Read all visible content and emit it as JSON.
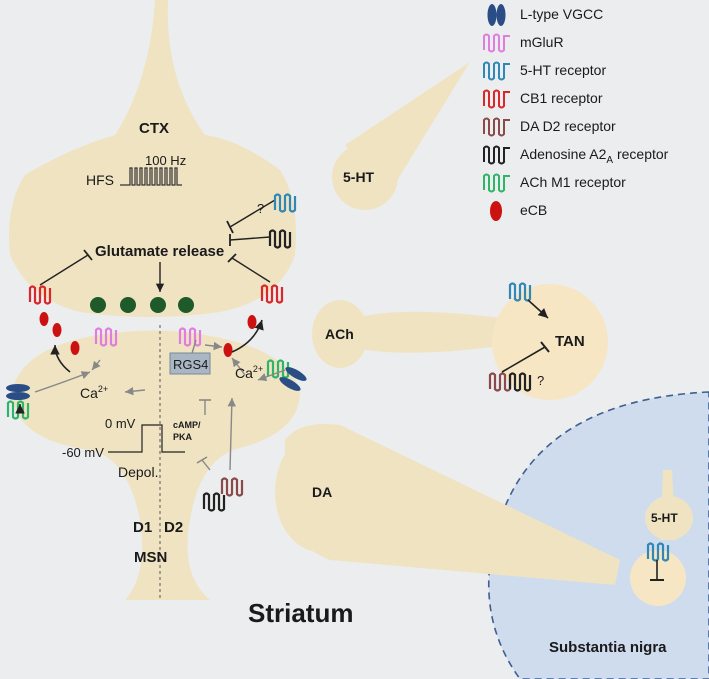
{
  "legend": {
    "items": [
      {
        "label": "L-type VGCC",
        "icon": "vgcc-icon",
        "color": "#2a4d86"
      },
      {
        "label": "mGluR",
        "icon": "mglur-icon",
        "color": "#e07ee0"
      },
      {
        "label": "5-HT receptor",
        "icon": "5ht-receptor-icon",
        "color": "#2f88b5"
      },
      {
        "label": "CB1 receptor",
        "icon": "cb1-receptor-icon",
        "color": "#d8282c"
      },
      {
        "label": "DA D2 receptor",
        "icon": "d2-receptor-icon",
        "color": "#8a4a4a"
      },
      {
        "label": "Adenosine A2",
        "sub": "A",
        "suffix": " receptor",
        "icon": "a2a-receptor-icon",
        "color": "#222222"
      },
      {
        "label": "ACh M1 receptor",
        "icon": "m1-receptor-icon",
        "color": "#2fb56a"
      },
      {
        "label": "eCB",
        "icon": "ecb-icon",
        "color": "#cc1111"
      }
    ]
  },
  "labels": {
    "ctx": "CTX",
    "hfs_freq": "100 Hz",
    "hfs": "HFS",
    "glutamate": "Glutamate release",
    "question1": "?",
    "question2": "?",
    "ca_left": "Ca",
    "ca_right": "Ca",
    "ca_sup": "2+",
    "rgs4": "RGS4",
    "camp1": "cAMP/",
    "camp2": "PKA",
    "mv0": "0 mV",
    "mv60": "-60 mV",
    "depol": "Depol.",
    "d1": "D1",
    "d2": "D2",
    "msn": "MSN",
    "ht5": "5-HT",
    "ach": "ACh",
    "tan": "TAN",
    "da": "DA",
    "striatum": "Striatum",
    "sn": "Substantia nigra",
    "ht5_sn": "5-HT"
  },
  "colors": {
    "cell": "#efe3c2",
    "cell_light": "#f6e6c4",
    "vesicle": "#1f5a2a",
    "sn_fill": "#cfdcee",
    "sn_border": "#3f5f8f"
  }
}
